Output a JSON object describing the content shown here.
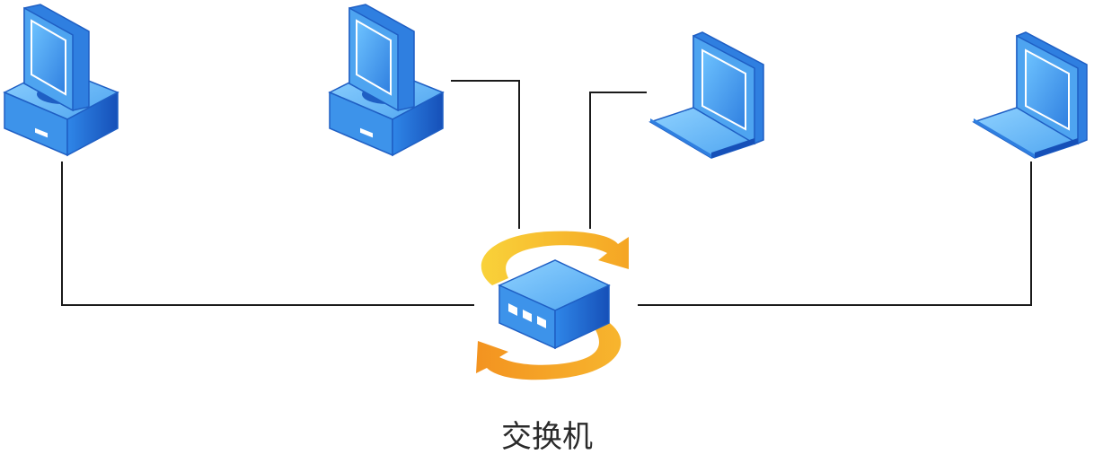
{
  "switch": {
    "label": "交换机"
  },
  "devices": [
    {
      "id": "pc-1",
      "type": "desktop-computer-icon"
    },
    {
      "id": "pc-2",
      "type": "desktop-computer-icon"
    },
    {
      "id": "laptop-1",
      "type": "laptop-icon"
    },
    {
      "id": "laptop-2",
      "type": "laptop-icon"
    }
  ],
  "colors": {
    "device_blue": "#3f8fe6",
    "device_blue_dark": "#1f5fc4",
    "arrow_orange": "#f28c1c",
    "arrow_yellow": "#f7c531",
    "line": "#1a1a1a",
    "label": "#2a2a2a"
  }
}
